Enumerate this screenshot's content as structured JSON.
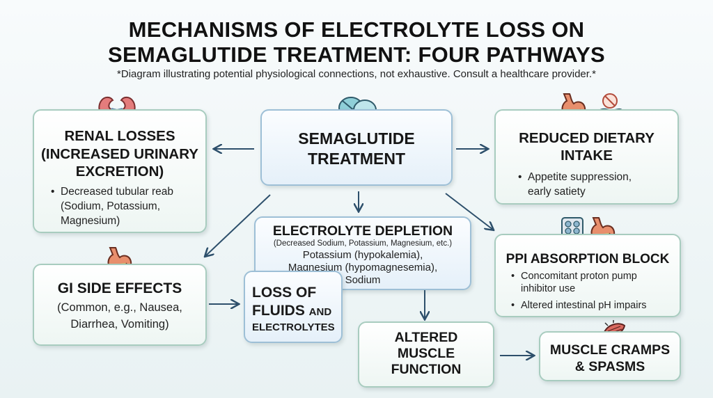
{
  "title_line1": "MECHANISMS OF ELECTROLYTE LOSS ON",
  "title_line2": "SEMAGLUTIDE TREATMENT: FOUR PATHWAYS",
  "subtitle": "*Diagram illustrating potential physiological connections, not exhaustive. Consult a healthcare provider.*",
  "center": {
    "line1": "SEMAGLUTIDE",
    "line2": "TREATMENT"
  },
  "renal": {
    "line1": "RENAL LOSSES",
    "line2": "(INCREASED URINARY",
    "line3": "EXCRETION)",
    "bullet_l1": "Decreased tubular reab",
    "bullet_l2": "(Sodium, Potassium,",
    "bullet_l3": "Magnesium)"
  },
  "diet": {
    "line1": "REDUCED DIETARY",
    "line2": "INTAKE",
    "bullet_l1": "Appetite suppression,",
    "bullet_l2": "early satiety"
  },
  "gi": {
    "heading": "GI SIDE EFFECTS",
    "line1": "(Common, e.g., Nausea,",
    "line2": "Diarrhea, Vomiting)"
  },
  "depletion": {
    "heading": "ELECTROLYTE DEPLETION",
    "sub": "(Decreased Sodium, Potassium, Magnesium, etc.)",
    "line1": "Potassium (hypokalemia),",
    "line2": "Magnesium (hypomagnesemia),",
    "line3": "Sodium"
  },
  "fluids": {
    "line1": "LOSS OF",
    "line2_a": "FLUIDS",
    "line2_b": "AND",
    "line3": "ELECTROLYTES"
  },
  "ppi": {
    "heading": "PPI ABSORPTION BLOCK",
    "bullet1_l1": "Concomitant proton pump",
    "bullet1_l2": "inhibitor use",
    "bullet2": "Altered intestinal pH impairs"
  },
  "muscle": {
    "line1": "ALTERED",
    "line2": "MUSCLE",
    "line3": "FUNCTION"
  },
  "cramps": {
    "line1": "MUSCLE CRAMPS",
    "line2": "& SPASMS"
  },
  "bullet_char": "•",
  "colors": {
    "box_border": "#a8ccbf",
    "center_border": "#9dbfd6",
    "arrow": "#2d4f6b"
  },
  "icons": [
    "kidneys-icon",
    "pills-icon",
    "stomach-icon",
    "no-food-hand-icon",
    "blister-pack-icon",
    "muscle-icon"
  ]
}
